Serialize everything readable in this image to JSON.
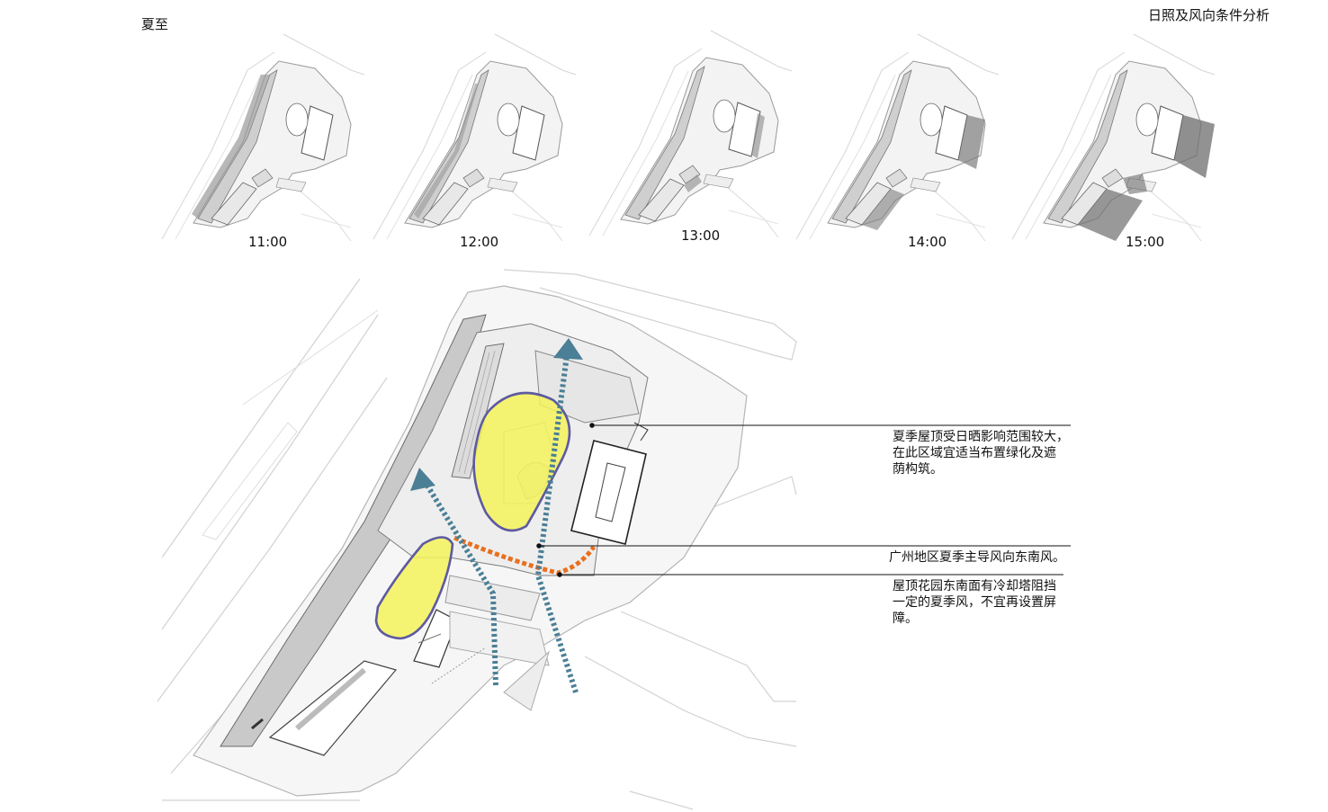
{
  "header": {
    "season": "夏至",
    "panel_title": "日照及风向条件分析"
  },
  "shadow_studies": [
    {
      "time": "11:00"
    },
    {
      "time": "12:00"
    },
    {
      "time": "13:00"
    },
    {
      "time": "14:00"
    },
    {
      "time": "15:00"
    }
  ],
  "annotations": {
    "roof_sun": {
      "line1": "夏季屋顶受日晒影响范围较大，",
      "line2": "在此区域宜适当布置绿化及遮",
      "line3": "荫构筑。"
    },
    "summer_wind": {
      "line1": "广州地区夏季主导风向东南风。"
    },
    "cooling_tower": {
      "line1": "屋顶花园东南面有冷却塔阻挡",
      "line2": "一定的夏季风，不宜再设置屏",
      "line3": "障。"
    }
  },
  "legend_colors": {
    "sun_zone_fill": "#f4f25a",
    "sun_zone_outline": "#5d5aa0",
    "wind_arrow": "#4a7f96",
    "cooling_barrier": "#e8701f"
  }
}
